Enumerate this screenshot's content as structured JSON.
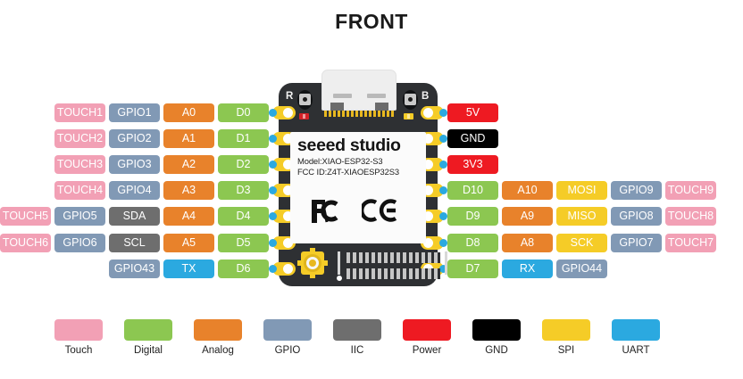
{
  "title": "FRONT",
  "colors": {
    "touch": "#f2a0b5",
    "digital": "#8cc751",
    "analog": "#e8822b",
    "gpio": "#8199b5",
    "iic": "#6e6e6e",
    "power": "#ee1a22",
    "gnd": "#000000",
    "spi": "#f5cc27",
    "uart": "#2ba9e0",
    "board": "#2e3033",
    "pad": "#f5cc27",
    "pad_dot": "#2ba9e0"
  },
  "board": {
    "brand": "seeed studio",
    "model": "Model:XIAO-ESP32-S3",
    "fcc_id": "FCC ID:Z4T-XIAOESP32S3",
    "fcc_mark": "FC",
    "ce_mark": "CE",
    "button_reset": "R",
    "button_boot": "B"
  },
  "left_rows": [
    {
      "labels": [
        {
          "text": "TOUCH1",
          "type": "touch",
          "width": 57
        },
        {
          "text": "GPIO1",
          "type": "gpio",
          "width": 57
        },
        {
          "text": "A0",
          "type": "analog",
          "width": 57
        },
        {
          "text": "D0",
          "type": "digital",
          "width": 57
        }
      ]
    },
    {
      "labels": [
        {
          "text": "TOUCH2",
          "type": "touch",
          "width": 57
        },
        {
          "text": "GPIO2",
          "type": "gpio",
          "width": 57
        },
        {
          "text": "A1",
          "type": "analog",
          "width": 57
        },
        {
          "text": "D1",
          "type": "digital",
          "width": 57
        }
      ]
    },
    {
      "labels": [
        {
          "text": "TOUCH3",
          "type": "touch",
          "width": 57
        },
        {
          "text": "GPIO3",
          "type": "gpio",
          "width": 57
        },
        {
          "text": "A2",
          "type": "analog",
          "width": 57
        },
        {
          "text": "D2",
          "type": "digital",
          "width": 57
        }
      ]
    },
    {
      "labels": [
        {
          "text": "TOUCH4",
          "type": "touch",
          "width": 57
        },
        {
          "text": "GPIO4",
          "type": "gpio",
          "width": 57
        },
        {
          "text": "A3",
          "type": "analog",
          "width": 57
        },
        {
          "text": "D3",
          "type": "digital",
          "width": 57
        }
      ]
    },
    {
      "labels": [
        {
          "text": "TOUCH5",
          "type": "touch",
          "width": 57
        },
        {
          "text": "GPIO5",
          "type": "gpio",
          "width": 57
        },
        {
          "text": "SDA",
          "type": "iic",
          "width": 57
        },
        {
          "text": "A4",
          "type": "analog",
          "width": 57
        },
        {
          "text": "D4",
          "type": "digital",
          "width": 57
        }
      ]
    },
    {
      "labels": [
        {
          "text": "TOUCH6",
          "type": "touch",
          "width": 57
        },
        {
          "text": "GPIO6",
          "type": "gpio",
          "width": 57
        },
        {
          "text": "SCL",
          "type": "iic",
          "width": 57
        },
        {
          "text": "A5",
          "type": "analog",
          "width": 57
        },
        {
          "text": "D5",
          "type": "digital",
          "width": 57
        }
      ]
    },
    {
      "labels": [
        {
          "text": "GPIO43",
          "type": "gpio",
          "width": 57
        },
        {
          "text": "TX",
          "type": "uart",
          "width": 57
        },
        {
          "text": "D6",
          "type": "digital",
          "width": 57
        }
      ]
    }
  ],
  "right_rows": [
    {
      "labels": [
        {
          "text": "5V",
          "type": "power",
          "width": 57
        }
      ]
    },
    {
      "labels": [
        {
          "text": "GND",
          "type": "gnd",
          "width": 57
        }
      ]
    },
    {
      "labels": [
        {
          "text": "3V3",
          "type": "power",
          "width": 57
        }
      ]
    },
    {
      "labels": [
        {
          "text": "D10",
          "type": "digital",
          "width": 57
        },
        {
          "text": "A10",
          "type": "analog",
          "width": 57
        },
        {
          "text": "MOSI",
          "type": "spi",
          "width": 57
        },
        {
          "text": "GPIO9",
          "type": "gpio",
          "width": 57
        },
        {
          "text": "TOUCH9",
          "type": "touch",
          "width": 57
        }
      ]
    },
    {
      "labels": [
        {
          "text": "D9",
          "type": "digital",
          "width": 57
        },
        {
          "text": "A9",
          "type": "analog",
          "width": 57
        },
        {
          "text": "MISO",
          "type": "spi",
          "width": 57
        },
        {
          "text": "GPIO8",
          "type": "gpio",
          "width": 57
        },
        {
          "text": "TOUCH8",
          "type": "touch",
          "width": 57
        }
      ]
    },
    {
      "labels": [
        {
          "text": "D8",
          "type": "digital",
          "width": 57
        },
        {
          "text": "A8",
          "type": "analog",
          "width": 57
        },
        {
          "text": "SCK",
          "type": "spi",
          "width": 57
        },
        {
          "text": "GPIO7",
          "type": "gpio",
          "width": 57
        },
        {
          "text": "TOUCH7",
          "type": "touch",
          "width": 57
        }
      ]
    },
    {
      "labels": [
        {
          "text": "D7",
          "type": "digital",
          "width": 57
        },
        {
          "text": "RX",
          "type": "uart",
          "width": 57
        },
        {
          "text": "GPIO44",
          "type": "gpio",
          "width": 57
        }
      ]
    }
  ],
  "legend": [
    {
      "label": "Touch",
      "type": "touch"
    },
    {
      "label": "Digital",
      "type": "digital"
    },
    {
      "label": "Analog",
      "type": "analog"
    },
    {
      "label": "GPIO",
      "type": "gpio"
    },
    {
      "label": "IIC",
      "type": "iic"
    },
    {
      "label": "Power",
      "type": "power"
    },
    {
      "label": "GND",
      "type": "gnd"
    },
    {
      "label": "SPI",
      "type": "spi"
    },
    {
      "label": "UART",
      "type": "uart"
    }
  ]
}
